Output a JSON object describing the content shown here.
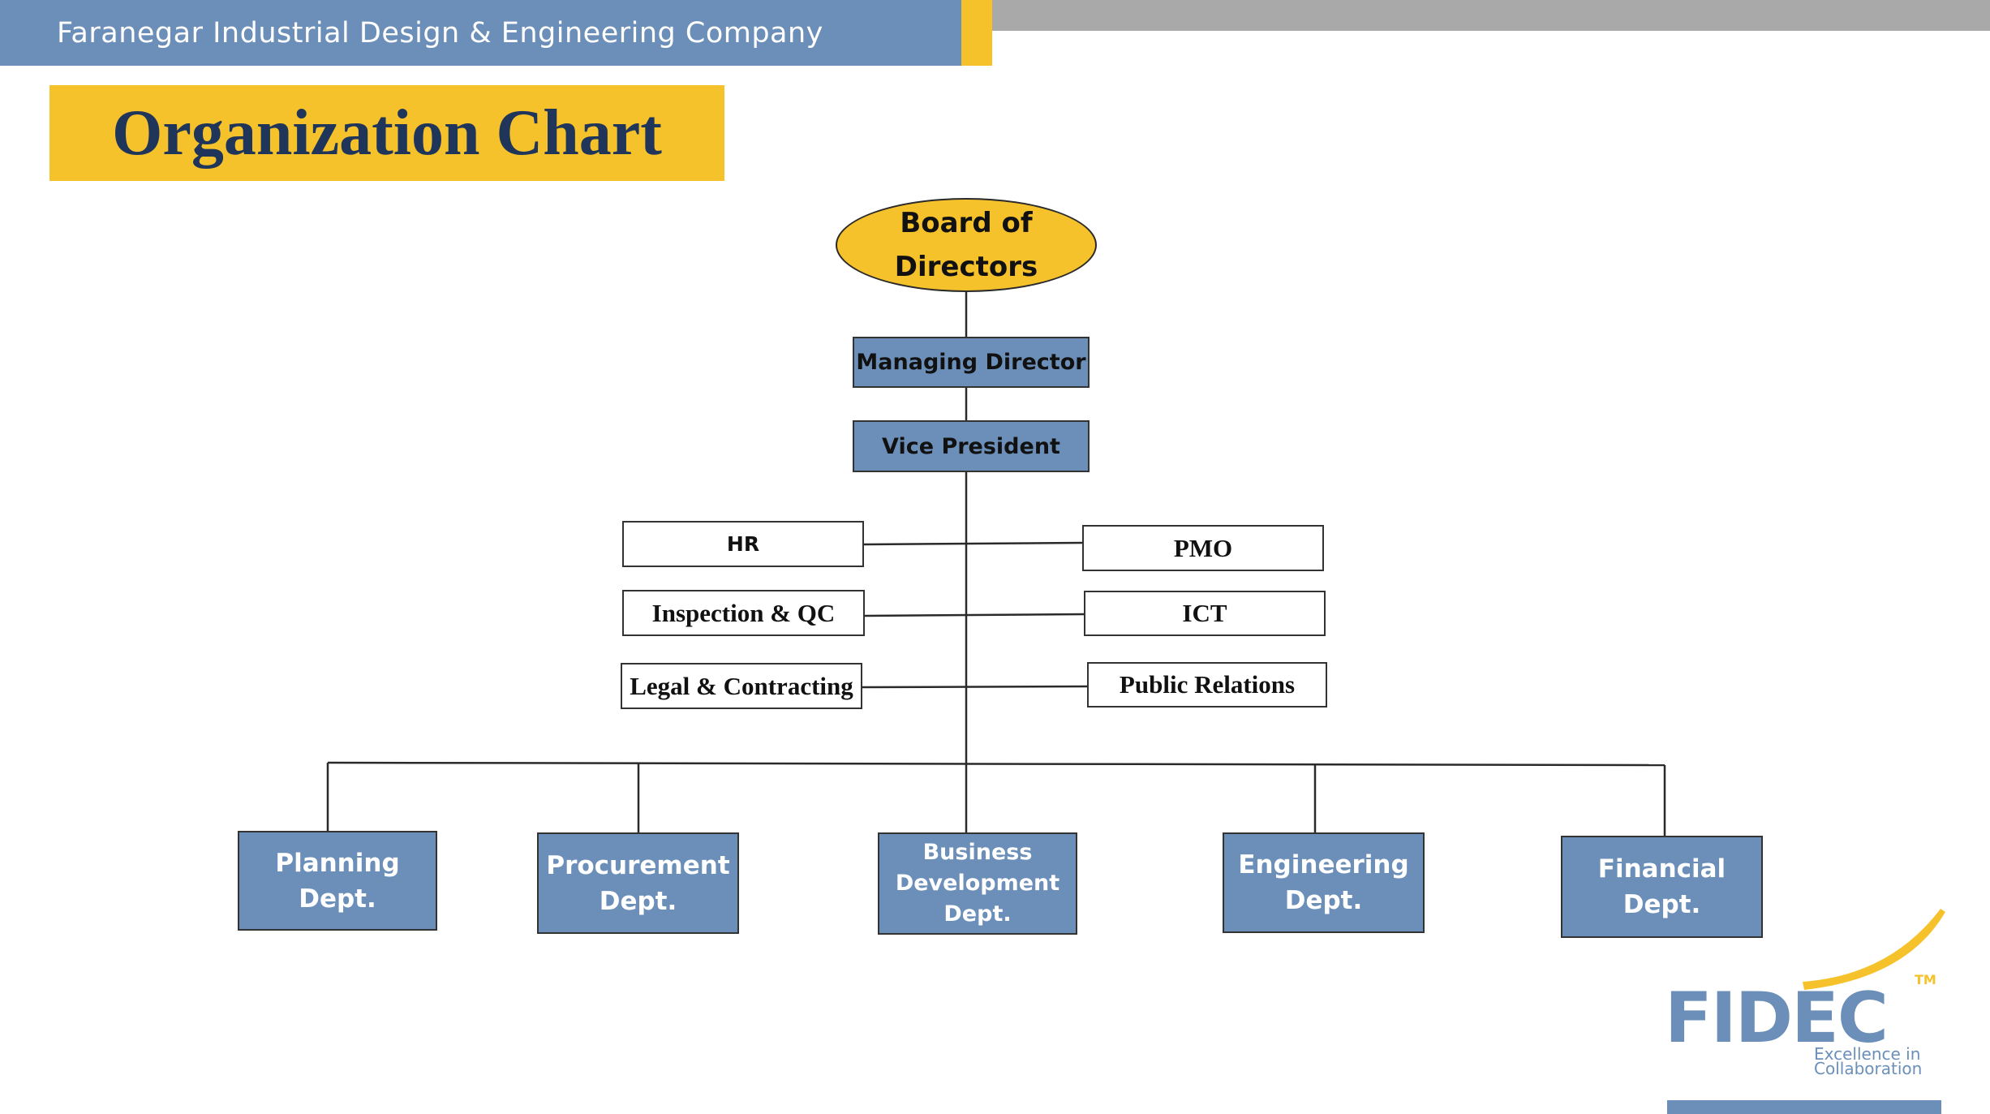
{
  "header": {
    "company": "Faranegar Industrial Design & Engineering Company"
  },
  "page": {
    "title": "Organization Chart"
  },
  "org_chart": {
    "board": "Board of Directors",
    "managing_director": "Managing Director",
    "vice_president": "Vice President",
    "staff_left": [
      "HR",
      "Inspection & QC",
      "Legal & Contracting"
    ],
    "staff_right": [
      "PMO",
      "ICT",
      "Public Relations"
    ],
    "departments": [
      "Planning Dept.",
      "Procurement Dept.",
      "Business Development Dept.",
      "Engineering Dept.",
      "Financial Dept."
    ]
  },
  "logo": {
    "wordmark": "FIDEC",
    "tm": "TM",
    "tagline": "Excellence in Collaboration"
  },
  "colors": {
    "accent_yellow": "#f6c22b",
    "brand_blue": "#6b8fb8",
    "title_navy": "#1f3559",
    "header_gray": "#a9a9a9"
  }
}
